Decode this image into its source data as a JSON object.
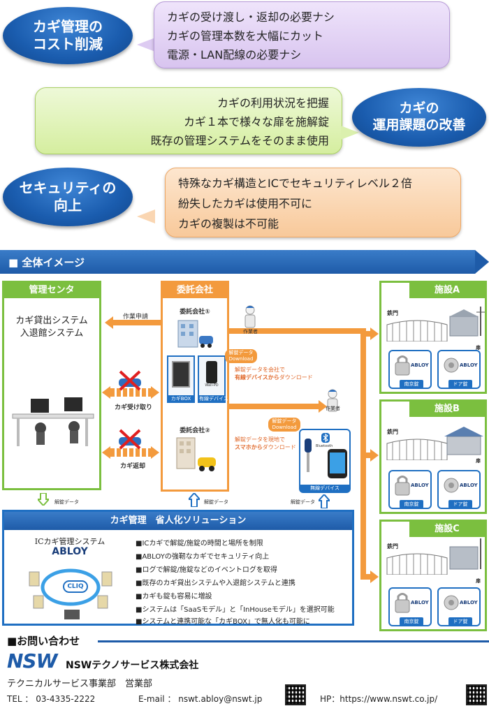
{
  "benefits": [
    {
      "title_lines": [
        "カギ管理の",
        "コスト削減"
      ],
      "points": [
        "カギの受け渡し・返却の必要ナシ",
        "カギの管理本数を大幅にカット",
        "電源・LAN配線の必要ナシ"
      ]
    },
    {
      "title_lines": [
        "カギの",
        "運用課題の改善"
      ],
      "points": [
        "カギの利用状況を把握",
        "カギ１本で様々な扉を施解錠",
        "既存の管理システムをそのまま使用"
      ]
    },
    {
      "title_lines": [
        "セキュリティの",
        "向上"
      ],
      "points": [
        "特殊なカギ構造とICでセキュリティレベル２倍",
        "紛失したカギは使用不可に",
        "カギの複製は不可能"
      ]
    }
  ],
  "section": {
    "bullet": "■",
    "title": "全体イメージ"
  },
  "management_center": {
    "title": "管理センタ",
    "system_lines": [
      "カギ貸出システム",
      "入退館システム"
    ]
  },
  "contractor": {
    "title": "委託会社",
    "company1": "委託会社①",
    "company2": "委託会社②",
    "box_label": "カギBOX",
    "wired_device_label": "有線デバイス",
    "wall_port_label": "Wall-PD"
  },
  "flow": {
    "work_request": "作業申請",
    "key_handover": "カギ受け取り",
    "key_return": "カギ返却",
    "worker": "作業者",
    "unlock_data_badge_1": "解錠データ",
    "download_badge": "Download",
    "download_wired_1": "解錠データを会社で",
    "download_wired_2_bold": "有線デバイスから",
    "download_wired_2_rest": "ダウンロード",
    "download_phone_1": "解錠データを現地で",
    "download_phone_2_bold": "スマホから",
    "download_phone_2_rest": "ダウンロード",
    "bluetooth": "Bluetooth",
    "wireless_device": "無線デバイス",
    "unlock_data_label": "解錠データ"
  },
  "facilities": [
    {
      "name": "施設A",
      "gate": "鉄門",
      "door": "扉",
      "lock1": "南京錠",
      "lock2": "ドア錠",
      "brand": "ABLOY"
    },
    {
      "name": "施設B",
      "gate": "鉄門",
      "door": "扉",
      "lock1": "南京錠",
      "lock2": "ドア錠",
      "brand": "ABLOY"
    },
    {
      "name": "施設C",
      "gate": "鉄門",
      "door": "扉",
      "lock1": "南京錠",
      "lock2": "ドア錠",
      "brand": "ABLOY"
    }
  ],
  "solution": {
    "title": "カギ管理　省人化ソリューション",
    "system_name": "ICカギ管理システム",
    "brand": "ABLOY",
    "cliq": "CLIQ",
    "features": [
      "■ICカギで解錠/施錠の時間と場所を制限",
      "■ABLOYの強靭なカギでセキュリティ向上",
      "■ログで解錠/施錠などのイベントログを取得",
      "■既存のカギ貸出システムや入退館システムと連携",
      "■カギも錠も容易に増設",
      "■システムは「SaaSモデル」と「InHouseモデル」を選択可能",
      "■システムと連携可能な「カギBOX」で無人化も可能に"
    ]
  },
  "contact": {
    "heading": "■お問い合わせ",
    "logo": "NSW",
    "company": "NSWテクノサービス株式会社",
    "department": "テクニカルサービス事業部　営業部",
    "tel": "TEL ： 03-4335-2222",
    "email": "E-mail ： nswt.abloy@nswt.jp",
    "hp": "HP：https://www.nswt.co.jp/"
  },
  "colors": {
    "primary_blue": "#1e5ba8",
    "accent_orange": "#f39a3d",
    "accent_green": "#7bbf3f",
    "bubble_purple": "#d8c4ef",
    "bubble_green": "#d5ee9f",
    "bubble_orange": "#f8c99a"
  },
  "icons": [
    "car-icon",
    "building-icon",
    "worker-icon",
    "key-icon",
    "smartphone-icon",
    "bluetooth-icon",
    "lock-icon",
    "padlock-icon",
    "gate-icon",
    "warehouse-icon",
    "power-tower-icon",
    "server-icon",
    "qr-code-icon"
  ]
}
